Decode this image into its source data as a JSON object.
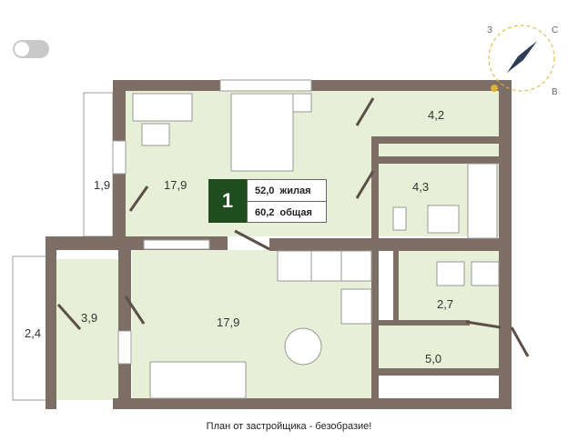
{
  "toggle": {
    "state": "off"
  },
  "apartment": {
    "rooms_count": "1",
    "living_area": "52,0",
    "living_label": "жилая",
    "total_area": "60,2",
    "total_label": "общая"
  },
  "rooms": {
    "balcony_top": "1,9",
    "bedroom": "17,9",
    "top_right": "4,2",
    "bathroom": "4,3",
    "hall": "3,9",
    "balcony_left": "2,4",
    "living": "17,9",
    "wc": "2,7",
    "bottom_right": "5,0"
  },
  "compass": {
    "west": "З",
    "north": "С",
    "east": "В",
    "sun_icon": "sun-icon"
  },
  "caption": "План от застройщика - безобразие!",
  "colors": {
    "wall": "#7d6e66",
    "floor": "#e7efd7",
    "badge": "#1f4d1f",
    "accent": "#e0b030"
  }
}
